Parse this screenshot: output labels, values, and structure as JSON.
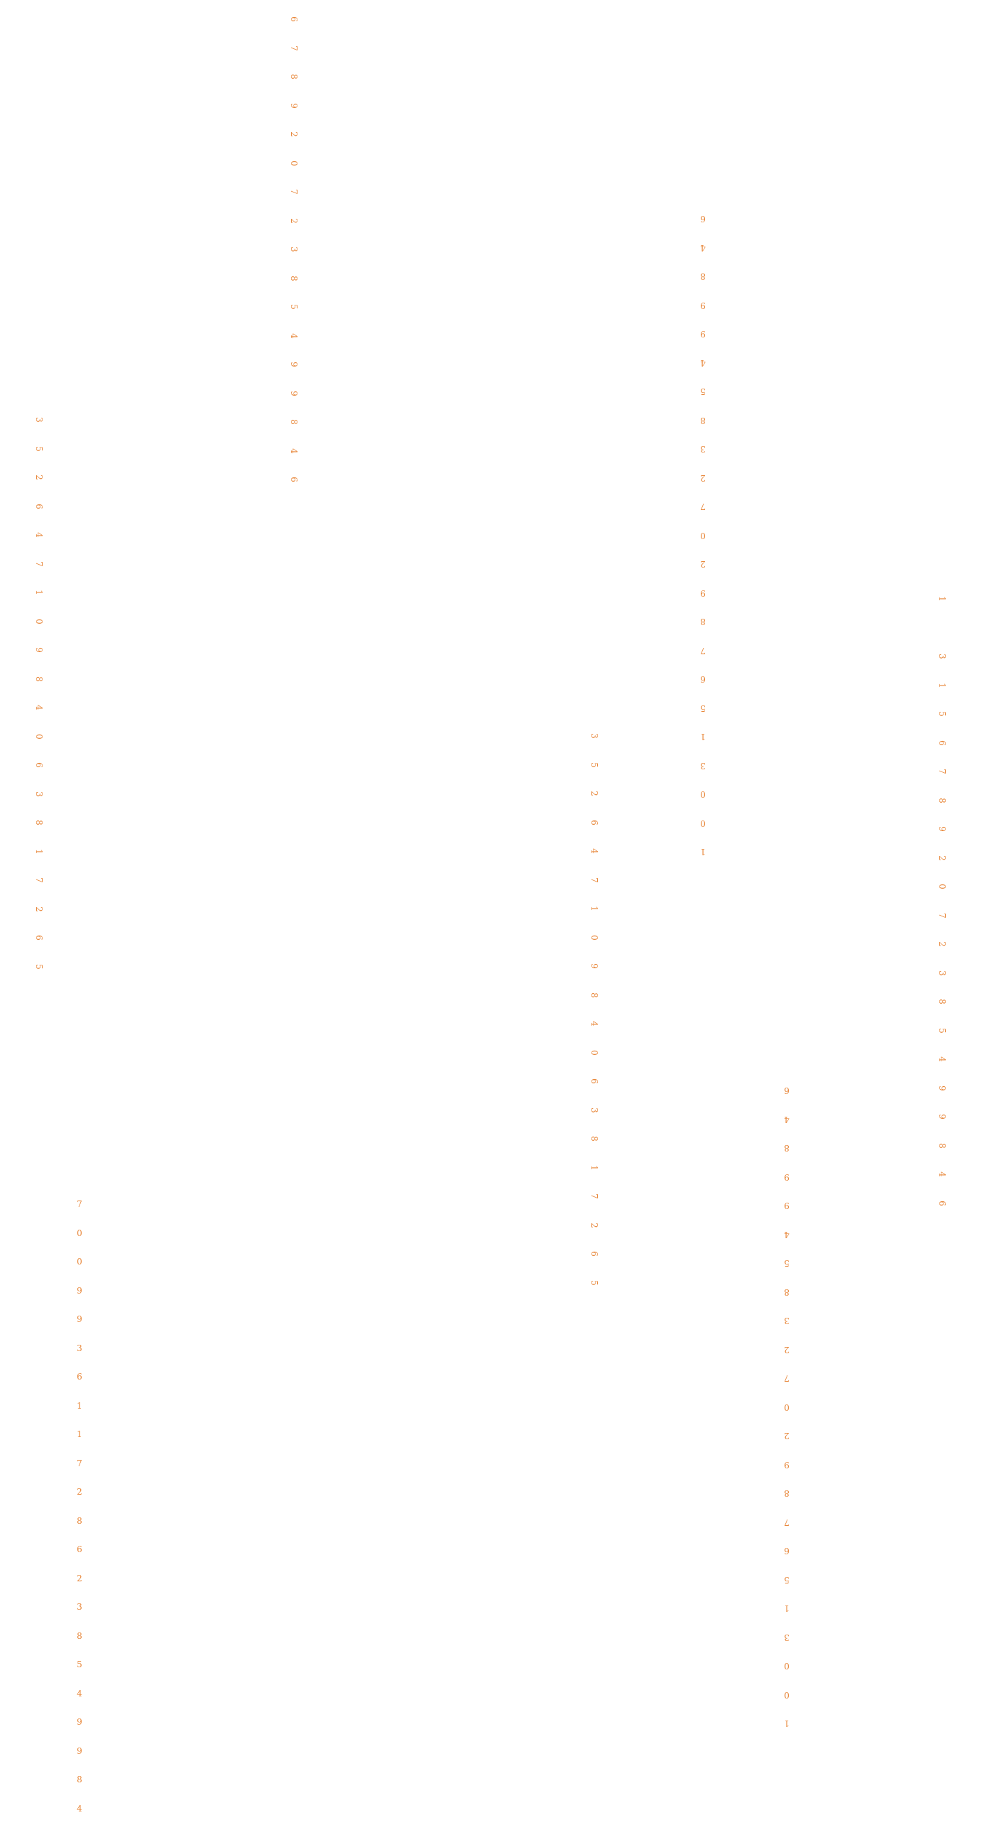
{
  "text_color": "#e8873a",
  "background_color": "#ffffff",
  "columns": [
    {
      "id": "col-1",
      "orientation": "rot90",
      "digits": [
        "6",
        "7",
        "8",
        "9",
        "2",
        "0",
        "7",
        "2",
        "3",
        "8",
        "5",
        "4",
        "9",
        "9",
        "8",
        "4",
        "6"
      ]
    },
    {
      "id": "col-2",
      "orientation": "rot90",
      "digits": [
        "3",
        "5",
        "2",
        "6",
        "4",
        "7",
        "1",
        "0",
        "9",
        "8",
        "4",
        "0",
        "6",
        "3",
        "8",
        "1",
        "7",
        "2",
        "6",
        "5"
      ]
    },
    {
      "id": "col-3",
      "orientation": "rot180",
      "digits": [
        "6",
        "4",
        "8",
        "9",
        "9",
        "4",
        "5",
        "8",
        "3",
        "2",
        "7",
        "0",
        "2",
        "9",
        "8",
        "7",
        "6",
        "5",
        "1",
        "3",
        "0",
        "0",
        "1"
      ]
    },
    {
      "id": "col-4",
      "orientation": "rot90",
      "digits": [
        "1",
        "",
        "3",
        "1",
        "5",
        "6",
        "7",
        "8",
        "9",
        "2",
        "0",
        "7",
        "2",
        "3",
        "8",
        "5",
        "4",
        "9",
        "9",
        "8",
        "4",
        "6"
      ]
    },
    {
      "id": "col-5",
      "orientation": "rot90",
      "digits": [
        "3",
        "5",
        "2",
        "6",
        "4",
        "7",
        "1",
        "0",
        "9",
        "8",
        "4",
        "0",
        "6",
        "3",
        "8",
        "1",
        "7",
        "2",
        "6",
        "5"
      ]
    },
    {
      "id": "col-6",
      "orientation": "rot180",
      "digits": [
        "6",
        "4",
        "8",
        "9",
        "9",
        "4",
        "5",
        "8",
        "3",
        "2",
        "7",
        "0",
        "2",
        "9",
        "8",
        "7",
        "6",
        "5",
        "1",
        "3",
        "0",
        "0",
        "1"
      ]
    },
    {
      "id": "col-7",
      "orientation": "rot0",
      "digits": [
        "7",
        "0",
        "0",
        "9",
        "9",
        "3",
        "6",
        "1",
        "1",
        "7",
        "2",
        "8",
        "6",
        "2",
        "3",
        "8",
        "5",
        "4",
        "9",
        "9",
        "8",
        "4"
      ]
    }
  ]
}
